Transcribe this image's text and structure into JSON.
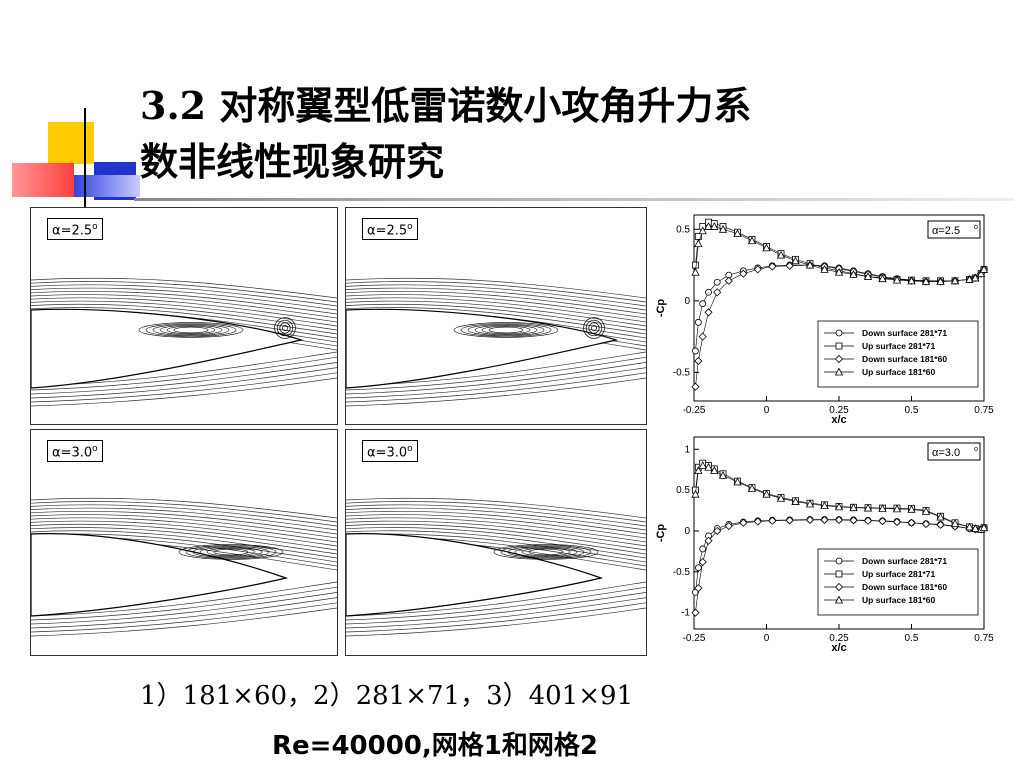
{
  "title": {
    "line1": "3.2  对称翼型低雷诺数小攻角升力系",
    "line2": "数非线性现象研究"
  },
  "streamline_panels": [
    {
      "alpha_symbol": "α",
      "alpha_value": "=2.5",
      "degree": "o"
    },
    {
      "alpha_symbol": "α",
      "alpha_value": "=2.5",
      "degree": "o"
    },
    {
      "alpha_symbol": "α",
      "alpha_value": "=3.0",
      "degree": "o"
    },
    {
      "alpha_symbol": "α",
      "alpha_value": "=3.0",
      "degree": "o"
    }
  ],
  "chart_data": [
    {
      "type": "scatter",
      "annotation": "α=2.5",
      "annotation_degree": "o",
      "xlabel": "x/c",
      "ylabel": "-Cp",
      "xlim": [
        -0.25,
        0.75
      ],
      "ylim": [
        -0.7,
        0.6
      ],
      "xticks": [
        "-0.25",
        "0",
        "0.25",
        "0.5",
        "0.75"
      ],
      "xtick_values": [
        -0.25,
        0,
        0.25,
        0.5,
        0.75
      ],
      "yticks": [
        "0.5",
        "0",
        "-0.5"
      ],
      "ytick_values": [
        0.5,
        0,
        -0.5
      ],
      "legend_position": "lower-right",
      "series": [
        {
          "name": "Down surface 281*71",
          "marker": "circle",
          "x": [
            -0.245,
            -0.235,
            -0.22,
            -0.2,
            -0.17,
            -0.13,
            -0.08,
            -0.03,
            0.02,
            0.08,
            0.15,
            0.2,
            0.25,
            0.3,
            0.35,
            0.4,
            0.45,
            0.5,
            0.55,
            0.6,
            0.65,
            0.7,
            0.72,
            0.74,
            0.75
          ],
          "y": [
            -0.35,
            -0.15,
            -0.02,
            0.06,
            0.13,
            0.18,
            0.21,
            0.23,
            0.245,
            0.25,
            0.25,
            0.245,
            0.23,
            0.21,
            0.19,
            0.17,
            0.155,
            0.145,
            0.14,
            0.14,
            0.14,
            0.15,
            0.16,
            0.19,
            0.22
          ]
        },
        {
          "name": "Up surface 281*71",
          "marker": "square",
          "x": [
            -0.245,
            -0.235,
            -0.22,
            -0.2,
            -0.18,
            -0.15,
            -0.1,
            -0.05,
            0.0,
            0.05,
            0.1,
            0.15,
            0.2,
            0.25,
            0.3,
            0.35,
            0.4,
            0.45,
            0.5,
            0.55,
            0.6,
            0.65,
            0.7,
            0.72,
            0.74,
            0.75
          ],
          "y": [
            0.25,
            0.45,
            0.52,
            0.55,
            0.54,
            0.52,
            0.48,
            0.43,
            0.38,
            0.33,
            0.29,
            0.26,
            0.23,
            0.21,
            0.19,
            0.17,
            0.16,
            0.15,
            0.145,
            0.14,
            0.14,
            0.14,
            0.15,
            0.16,
            0.19,
            0.22
          ]
        },
        {
          "name": "Down surface 181*60",
          "marker": "diamond",
          "x": [
            -0.245,
            -0.235,
            -0.22,
            -0.2,
            -0.17,
            -0.13,
            -0.08,
            -0.03,
            0.02,
            0.08,
            0.15,
            0.2,
            0.25,
            0.3,
            0.35,
            0.4,
            0.45,
            0.5,
            0.55,
            0.6,
            0.65,
            0.7,
            0.72,
            0.74,
            0.75
          ],
          "y": [
            -0.6,
            -0.42,
            -0.25,
            -0.08,
            0.06,
            0.14,
            0.19,
            0.22,
            0.24,
            0.245,
            0.25,
            0.24,
            0.225,
            0.205,
            0.185,
            0.165,
            0.15,
            0.14,
            0.135,
            0.135,
            0.14,
            0.15,
            0.16,
            0.19,
            0.22
          ]
        },
        {
          "name": "Up surface 181*60",
          "marker": "triangle",
          "x": [
            -0.245,
            -0.235,
            -0.22,
            -0.2,
            -0.18,
            -0.15,
            -0.1,
            -0.05,
            0.0,
            0.05,
            0.1,
            0.15,
            0.2,
            0.25,
            0.3,
            0.35,
            0.4,
            0.45,
            0.5,
            0.55,
            0.6,
            0.65,
            0.7,
            0.72,
            0.74,
            0.75
          ],
          "y": [
            0.2,
            0.4,
            0.49,
            0.52,
            0.52,
            0.5,
            0.47,
            0.42,
            0.37,
            0.32,
            0.28,
            0.25,
            0.22,
            0.2,
            0.185,
            0.17,
            0.155,
            0.145,
            0.14,
            0.135,
            0.135,
            0.14,
            0.15,
            0.16,
            0.19,
            0.22
          ]
        }
      ]
    },
    {
      "type": "scatter",
      "annotation": "α=3.0",
      "annotation_degree": "o",
      "xlabel": "x/c",
      "ylabel": "-Cp",
      "xlim": [
        -0.25,
        0.75
      ],
      "ylim": [
        -1.2,
        1.15
      ],
      "xticks": [
        "-0.25",
        "0",
        "0.25",
        "0.5",
        "0.75"
      ],
      "xtick_values": [
        -0.25,
        0,
        0.25,
        0.5,
        0.75
      ],
      "yticks": [
        "1",
        "0.5",
        "0",
        "-0.5",
        "-1"
      ],
      "ytick_values": [
        1,
        0.5,
        0,
        -0.5,
        -1
      ],
      "legend_position": "lower-right",
      "series": [
        {
          "name": "Down surface 281*71",
          "marker": "circle",
          "x": [
            -0.245,
            -0.235,
            -0.22,
            -0.2,
            -0.17,
            -0.13,
            -0.08,
            -0.03,
            0.02,
            0.08,
            0.15,
            0.2,
            0.25,
            0.3,
            0.35,
            0.4,
            0.45,
            0.5,
            0.55,
            0.6,
            0.65,
            0.7,
            0.72,
            0.74,
            0.75
          ],
          "y": [
            -0.75,
            -0.45,
            -0.22,
            -0.06,
            0.03,
            0.08,
            0.11,
            0.125,
            0.13,
            0.135,
            0.14,
            0.14,
            0.14,
            0.135,
            0.13,
            0.125,
            0.115,
            0.1,
            0.09,
            0.08,
            0.06,
            0.03,
            0.02,
            0.02,
            0.04
          ]
        },
        {
          "name": "Up surface 281*71",
          "marker": "square",
          "x": [
            -0.245,
            -0.235,
            -0.22,
            -0.2,
            -0.18,
            -0.15,
            -0.1,
            -0.05,
            0.0,
            0.05,
            0.1,
            0.15,
            0.2,
            0.25,
            0.3,
            0.35,
            0.4,
            0.45,
            0.5,
            0.55,
            0.6,
            0.65,
            0.7,
            0.72,
            0.74,
            0.75
          ],
          "y": [
            0.5,
            0.78,
            0.83,
            0.8,
            0.76,
            0.7,
            0.61,
            0.53,
            0.46,
            0.41,
            0.37,
            0.34,
            0.32,
            0.3,
            0.29,
            0.285,
            0.28,
            0.28,
            0.275,
            0.25,
            0.18,
            0.1,
            0.05,
            0.03,
            0.02,
            0.04
          ]
        },
        {
          "name": "Down surface 181*60",
          "marker": "diamond",
          "x": [
            -0.245,
            -0.235,
            -0.22,
            -0.2,
            -0.17,
            -0.13,
            -0.08,
            -0.03,
            0.02,
            0.08,
            0.15,
            0.2,
            0.25,
            0.3,
            0.35,
            0.4,
            0.45,
            0.5,
            0.55,
            0.6,
            0.65,
            0.7,
            0.72,
            0.74,
            0.75
          ],
          "y": [
            -1.0,
            -0.7,
            -0.38,
            -0.12,
            0.0,
            0.06,
            0.1,
            0.115,
            0.125,
            0.13,
            0.135,
            0.135,
            0.135,
            0.13,
            0.125,
            0.12,
            0.11,
            0.1,
            0.085,
            0.075,
            0.055,
            0.03,
            0.02,
            0.02,
            0.04
          ]
        },
        {
          "name": "Up surface 181*60",
          "marker": "triangle",
          "x": [
            -0.245,
            -0.235,
            -0.22,
            -0.2,
            -0.18,
            -0.15,
            -0.1,
            -0.05,
            0.0,
            0.05,
            0.1,
            0.15,
            0.2,
            0.25,
            0.3,
            0.35,
            0.4,
            0.45,
            0.5,
            0.55,
            0.6,
            0.65,
            0.7,
            0.72,
            0.74,
            0.75
          ],
          "y": [
            0.45,
            0.74,
            0.8,
            0.78,
            0.74,
            0.68,
            0.6,
            0.52,
            0.45,
            0.4,
            0.36,
            0.33,
            0.31,
            0.295,
            0.285,
            0.28,
            0.275,
            0.27,
            0.265,
            0.24,
            0.17,
            0.09,
            0.05,
            0.03,
            0.02,
            0.04
          ]
        }
      ]
    }
  ],
  "captions": {
    "line1": "1）181×60，2）281×71，3）401×91",
    "line2": "Re=40000,网格1和网格2"
  }
}
